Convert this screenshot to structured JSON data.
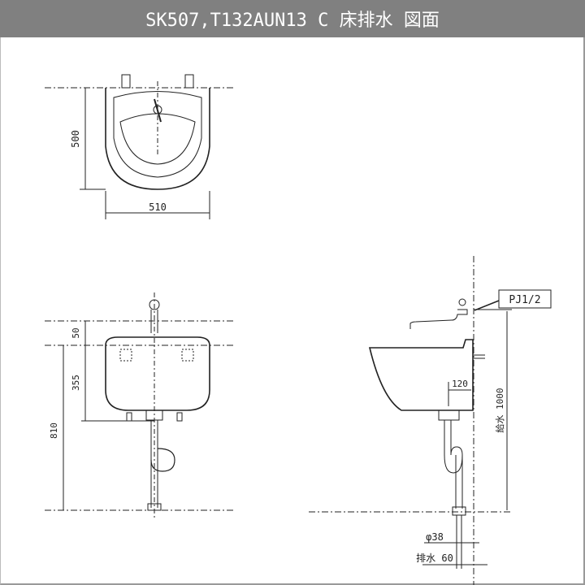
{
  "header": {
    "title": "SK507,T132AUN13 C 床排水 図面"
  },
  "top_view": {
    "depth_label": "500",
    "width_label": "510"
  },
  "front_view": {
    "dim_faucet": "50",
    "dim_bowl": "355",
    "dim_height": "810"
  },
  "side_view": {
    "pipe_label": "PJ1/2",
    "supply_height": "給水 1000",
    "offset": "120",
    "drain_diameter": "φ38",
    "drain_offset": "排水 60"
  }
}
